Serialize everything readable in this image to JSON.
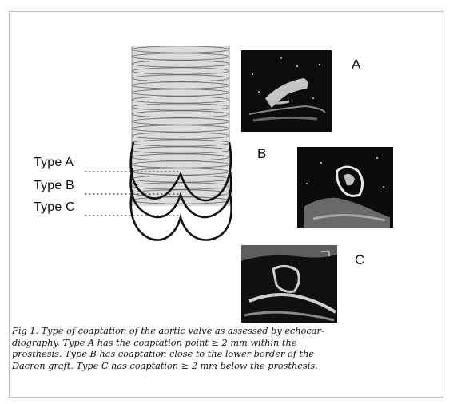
{
  "figure": {
    "type_labels": [
      "Type A",
      "Type B",
      "Type C"
    ],
    "panel_letters": [
      "A",
      "B",
      "C"
    ],
    "caption_lines": [
      "Fig 1. Type of coaptation of the aortic valve as assessed by echocar-",
      "diography. Type A has the coaptation point ≥ 2 mm within the",
      "prosthesis. Type B has coaptation close to the lower border of the",
      "Dacron graft. Type C has coaptation ≥ 2 mm below the prosthesis."
    ]
  }
}
